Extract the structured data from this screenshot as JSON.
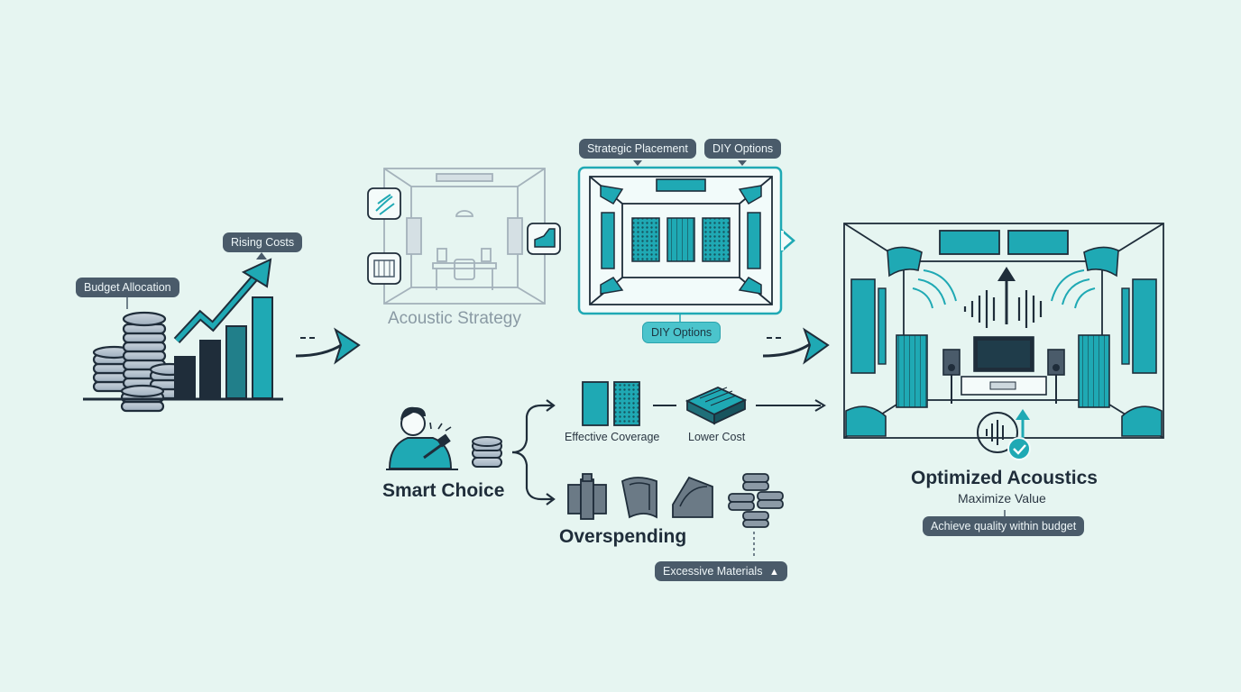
{
  "diagram": {
    "budget_allocation": "Budget Allocation",
    "rising_costs": "Rising Costs",
    "acoustic_strategy": "Acoustic Strategy",
    "strategic_placement": "Strategic Placement",
    "diy_options_top": "DIY Options",
    "diy_options_bottom": "DIY Options",
    "smart_choice": "Smart Choice",
    "effective_coverage": "Effective Coverage",
    "lower_cost": "Lower Cost",
    "overspending": "Overspending",
    "excessive_materials": "Excessive Materials",
    "optimized_acoustics": "Optimized Acoustics",
    "maximize_value": "Maximize Value",
    "achieve_quality": "Achieve quality within budget"
  },
  "colors": {
    "background": "#e6f5f1",
    "teal": "#1fa9b4",
    "navy": "#1f2d3a",
    "slate": "#4a5b6a"
  },
  "icons": [
    "coins-stack-icon",
    "bar-chart-icon",
    "trend-arrow-icon",
    "room-outline-icon",
    "panel-room-icon",
    "person-hammer-icon",
    "coin-icon",
    "foam-panel-icon",
    "bass-trap-icon",
    "home-theater-icon",
    "sound-check-icon",
    "warning-icon",
    "flow-arrow-icon"
  ]
}
